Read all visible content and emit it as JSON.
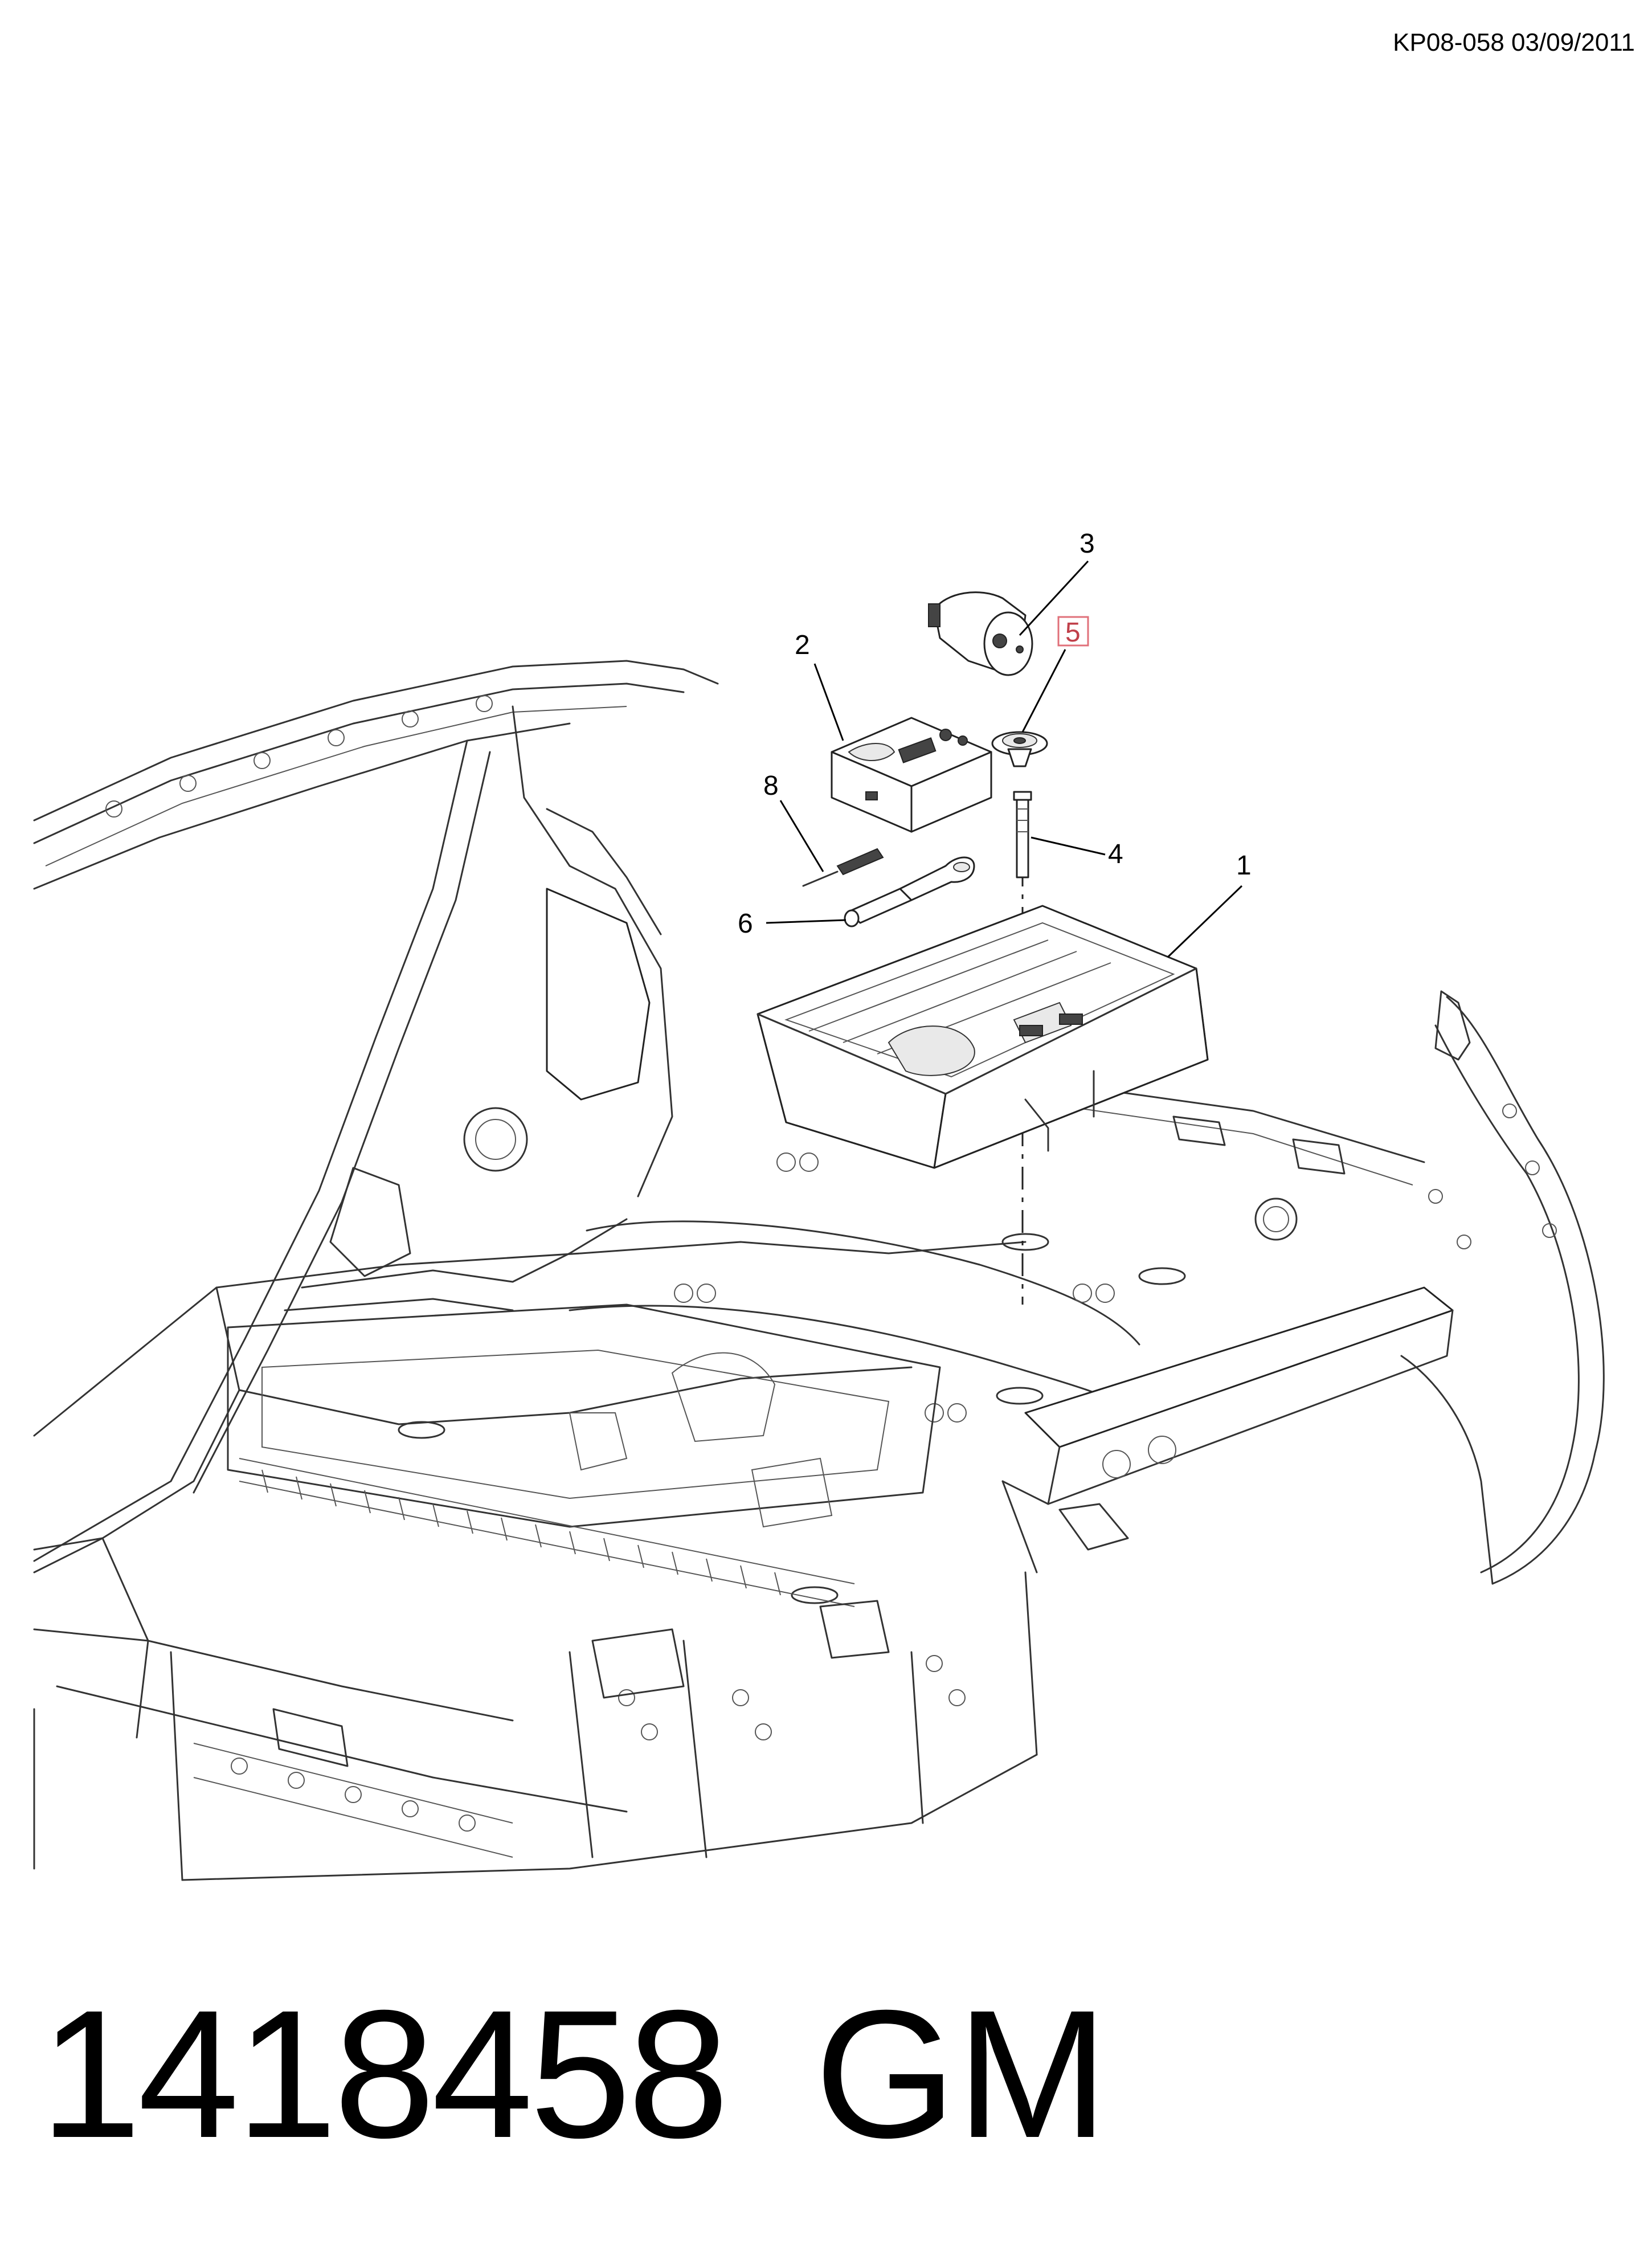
{
  "header": {
    "doc_code": "KP08-058 03/09/2011"
  },
  "callouts": [
    {
      "id": "1",
      "label": "1",
      "part": "spare-wheel-tray"
    },
    {
      "id": "2",
      "label": "2",
      "part": "compressor"
    },
    {
      "id": "3",
      "label": "3",
      "part": "sealant-bottle"
    },
    {
      "id": "4",
      "label": "4",
      "part": "retainer-bolt"
    },
    {
      "id": "5",
      "label": "5",
      "part": "retainer-nut",
      "highlighted": true,
      "highlight_color": "#e0707a"
    },
    {
      "id": "6",
      "label": "6",
      "part": "tow-eye"
    },
    {
      "id": "8",
      "label": "8",
      "part": "screwdriver"
    }
  ],
  "footer": {
    "part_number": "1418458",
    "brand": "GM"
  }
}
